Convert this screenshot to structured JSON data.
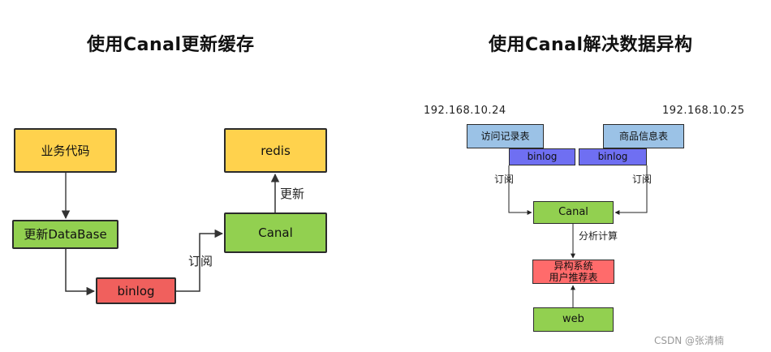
{
  "left": {
    "title": "使用Canal更新缓存",
    "boxes": {
      "business_code": "业务代码",
      "update_db": "更新DataBase",
      "binlog": "binlog",
      "canal": "Canal",
      "redis": "redis"
    },
    "edge_labels": {
      "subscribe": "订阅",
      "update": "更新"
    }
  },
  "right": {
    "title": "使用Canal解决数据异构",
    "ip_left": "192.168.10.24",
    "ip_right": "192.168.10.25",
    "boxes": {
      "visit_record_table": "访问记录表",
      "product_info_table": "商品信息表",
      "binlog_left": "binlog",
      "binlog_right": "binlog",
      "canal": "Canal",
      "hetero_line1": "异构系统",
      "hetero_line2": "用户推荐表",
      "web": "web"
    },
    "edge_labels": {
      "subscribe_left": "订阅",
      "subscribe_right": "订阅",
      "analysis": "分析计算"
    }
  },
  "watermark": "CSDN @张清楠",
  "colors": {
    "yellow": "#ffd24d",
    "green": "#92d050",
    "red": "#f0605d",
    "blue": "#9bc2e6",
    "indigo": "#6f6ff2",
    "hetero_red": "#ff6b6b"
  }
}
